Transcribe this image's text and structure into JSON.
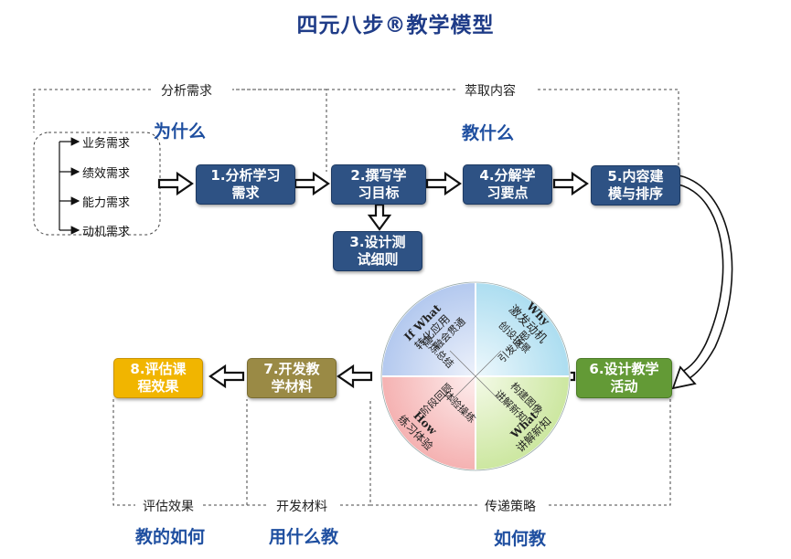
{
  "title": "四元八步®教学模型",
  "sections": {
    "analyze": "分析需求",
    "extract": "萃取内容",
    "evaluate": "评估效果",
    "develop": "开发材料",
    "deliver": "传递策略"
  },
  "questions": {
    "why": "为什么",
    "what": "教什么",
    "how_evaluate": "教的如何",
    "what_use": "用什么教",
    "how_teach": "如何教"
  },
  "needs": [
    "业务需求",
    "绩效需求",
    "能力需求",
    "动机需求"
  ],
  "steps": [
    {
      "line1": "1.分析学习",
      "line2": "需求"
    },
    {
      "line1": "2.撰写学",
      "line2": "习目标"
    },
    {
      "line1": "3.设计测",
      "line2": "试细则"
    },
    {
      "line1": "4.分解学",
      "line2": "习要点"
    },
    {
      "line1": "5.内容建",
      "line2": "模与排序"
    },
    {
      "line1": "6.设计教学",
      "line2": "活动"
    },
    {
      "line1": "7.开发教",
      "line2": "学材料"
    },
    {
      "line1": "8.评估课",
      "line2": "程效果"
    }
  ],
  "wheel": {
    "why": {
      "title": "Why",
      "main": "激发动机",
      "sub1": "创设场景",
      "sub2": "引发反思"
    },
    "what": {
      "title": "What",
      "main": "讲解新知",
      "sub1": "构建图像",
      "sub2": "讲解新知"
    },
    "how": {
      "title": "How",
      "main": "练习体验",
      "sub1": "阶段回顾",
      "sub2": "体验操练"
    },
    "ifwhat": {
      "title": "If What",
      "main": "转化应用",
      "sub1": "融会贯通",
      "sub2": "提炼总结"
    }
  },
  "colors": {
    "title": "#1f3c88",
    "step_blue": "#2e5284",
    "step_green": "#639a36",
    "step_olive": "#9a8a45",
    "step_gold": "#f1b500",
    "wheel_why": "#bfe6f5",
    "wheel_what": "#d6ecb0",
    "wheel_how": "#f7c2c2",
    "wheel_ifwhat": "#c2d4f2"
  }
}
